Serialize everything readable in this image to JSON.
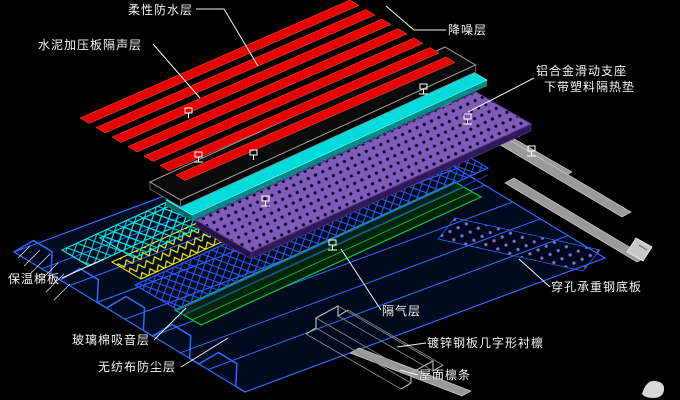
{
  "drawing": {
    "type": "roof-assembly-exploded-isometric-cad-detail",
    "labels": {
      "flexible_waterproof": "柔性防水层",
      "cement_board": "水泥加压板隔声层",
      "noise_reduction": "降噪层",
      "alu_support_line1": "铝合金滑动支座",
      "alu_support_line2": "下带塑料隔热垫",
      "insulation_board": "保温棉板",
      "glass_wool": "玻璃棉吸音层",
      "nonwoven_dust": "无纺布防尘层",
      "vapor_barrier": "隔气层",
      "galvanized_liner": "镀锌钢板几字形衬檩",
      "roof_purlin": "屋面檩条",
      "perforated_deck": "穿孔承重钢底板"
    },
    "colors": {
      "background": "#000000",
      "waterproof_red": "#e60000",
      "cyan_layer": "#00dcdc",
      "purple_perforated": "#7e5cb8",
      "yellow_insulation": "#ffee00",
      "blue_mesh": "#2b59ff",
      "green_vapor": "#00cc33",
      "steel_gray": "#9a9a9a",
      "label_text": "#f2f2f2"
    }
  }
}
